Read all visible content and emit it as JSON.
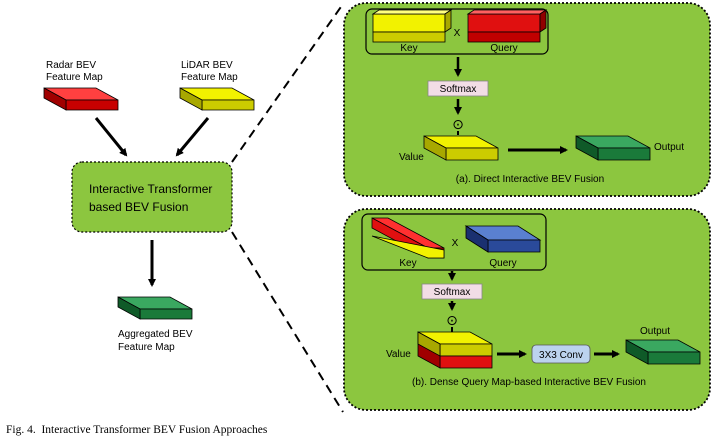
{
  "left": {
    "radar_label": [
      "Radar BEV",
      "Feature Map"
    ],
    "lidar_label": [
      "LiDAR BEV",
      "Feature Map"
    ],
    "fusion_label": [
      "Interactive Transformer",
      "based BEV Fusion"
    ],
    "aggregated_label": [
      "Aggregated BEV",
      "Feature Map"
    ]
  },
  "panel_a": {
    "key": "Key",
    "times": "X",
    "query": "Query",
    "softmax": "Softmax",
    "dot": "⊙",
    "value": "Value",
    "output": "Output",
    "caption": "(a). Direct Interactive BEV Fusion"
  },
  "panel_b": {
    "key": "Key",
    "times": "X",
    "query": "Query",
    "softmax": "Softmax",
    "dot": "⊙",
    "value": "Value",
    "conv": "3X3 Conv",
    "output": "Output",
    "caption": "(b). Dense Query Map-based Interactive BEV Fusion"
  },
  "figure_caption": "Fig. 4.  Interactive Transformer BEV Fusion Approaches",
  "colors": {
    "panel_green": "#8cc63f",
    "red": "#e01010",
    "yellow": "#e0e000",
    "dark_green": "#1a8a4a",
    "blue": "#3a5fb0",
    "softmax_box": "#f2dde6",
    "conv_box": "#bcd3ee"
  }
}
